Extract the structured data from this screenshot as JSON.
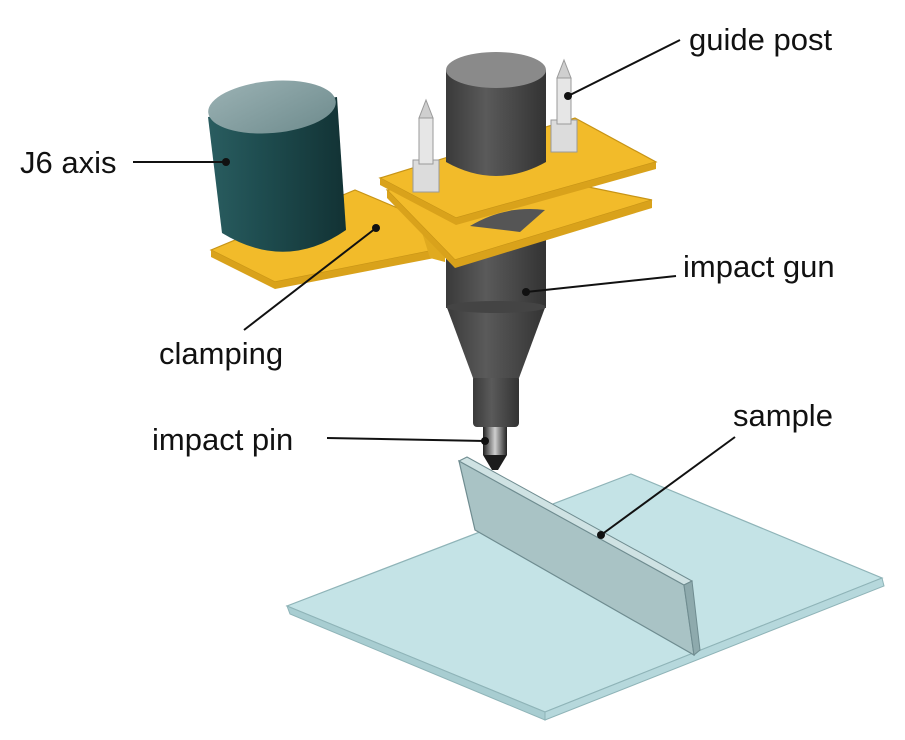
{
  "labels": {
    "guide_post": "guide post",
    "j6_axis": "J6 axis",
    "impact_gun": "impact gun",
    "clamping": "clamping",
    "impact_pin": "impact pin",
    "sample": "sample"
  },
  "colors": {
    "motor_cylinder": "#1e4b4d",
    "gun_body": "#4e4e4e",
    "clamp_plate": "#f2bb2a",
    "guide_post": "#dcdcdc",
    "base_plate": "#c4e3e6",
    "sample_plate": "#a9c3c5",
    "label_text": "#111111"
  }
}
